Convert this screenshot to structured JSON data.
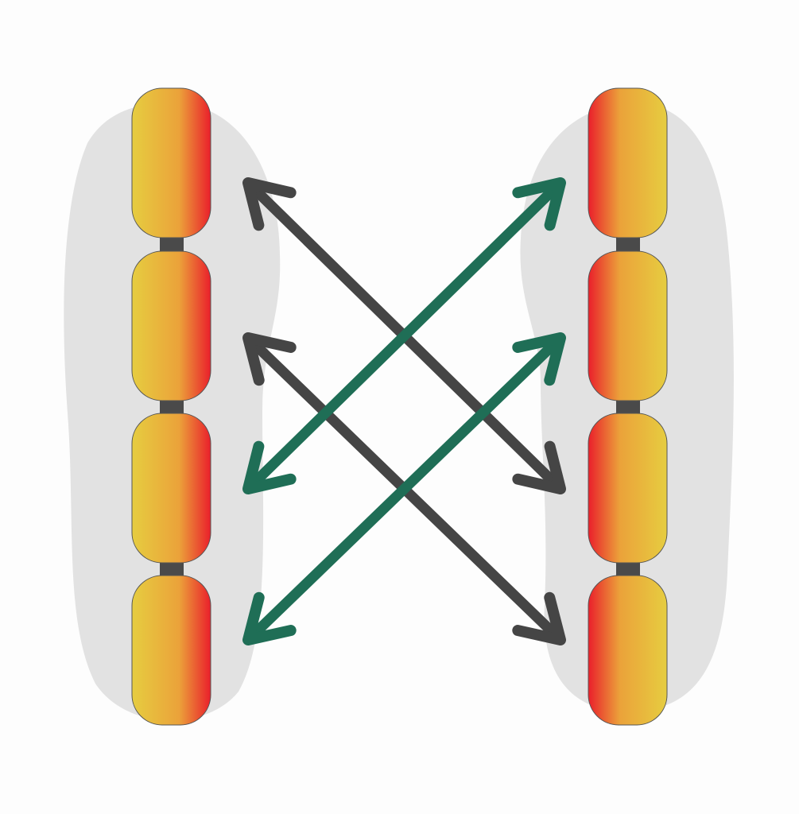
{
  "colors": {
    "background": "#fdfdfd",
    "blob": "#e2e2e2",
    "yellow": "#e6cd40",
    "orange": "#eba23a",
    "red": "#ea1f2b",
    "connector": "#4a4a4a",
    "outline": "#555555",
    "arrow_gray": "#454545",
    "arrow_green": "#1f6e56"
  },
  "columns": [
    {
      "id": "left",
      "segments": 4,
      "red_side": "right"
    },
    {
      "id": "right",
      "segments": 4,
      "red_side": "left"
    }
  ],
  "connections": [
    {
      "from": [
        "left",
        0
      ],
      "to": [
        "right",
        2
      ],
      "color": "arrow_gray",
      "double_headed": true
    },
    {
      "from": [
        "left",
        1
      ],
      "to": [
        "right",
        3
      ],
      "color": "arrow_gray",
      "double_headed": true
    },
    {
      "from": [
        "right",
        0
      ],
      "to": [
        "left",
        2
      ],
      "color": "arrow_green",
      "double_headed": true
    },
    {
      "from": [
        "right",
        1
      ],
      "to": [
        "left",
        3
      ],
      "color": "arrow_green",
      "double_headed": true
    }
  ]
}
